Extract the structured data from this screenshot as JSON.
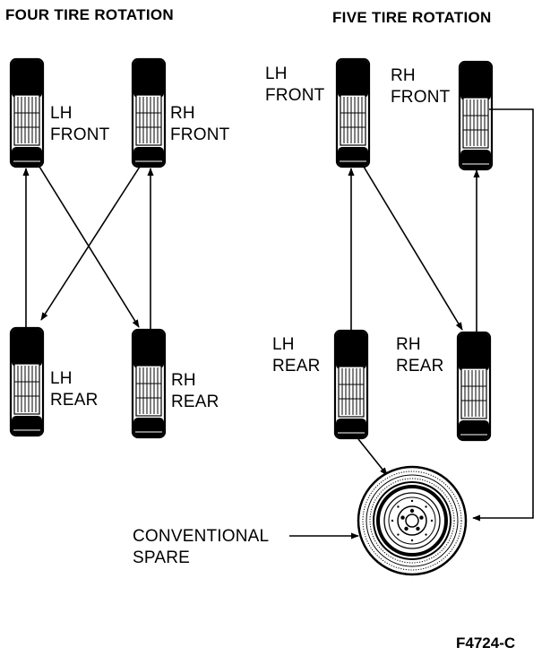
{
  "four_tire": {
    "title": "FOUR TIRE ROTATION",
    "lh_front": [
      "LH",
      "FRONT"
    ],
    "rh_front": [
      "RH",
      "FRONT"
    ],
    "lh_rear": [
      "LH",
      "REAR"
    ],
    "rh_rear": [
      "RH",
      "REAR"
    ]
  },
  "five_tire": {
    "title": "FIVE TIRE ROTATION",
    "lh_front": [
      "LH",
      "FRONT"
    ],
    "rh_front": [
      "RH",
      "FRONT"
    ],
    "lh_rear": [
      "LH",
      "REAR"
    ],
    "rh_rear": [
      "RH",
      "REAR"
    ],
    "spare": [
      "CONVENTIONAL",
      "SPARE"
    ]
  },
  "figure_code": "F4724-C"
}
